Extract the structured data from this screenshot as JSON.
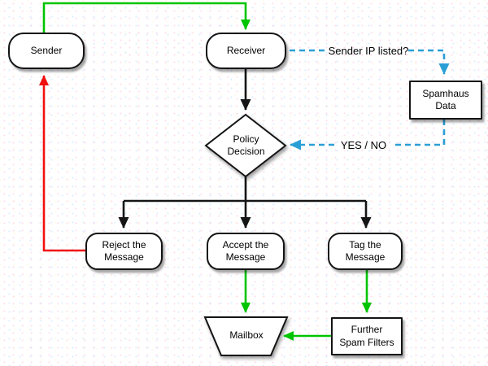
{
  "diagram": {
    "nodes": {
      "sender": {
        "label": "Sender"
      },
      "receiver": {
        "label": "Receiver"
      },
      "spamhaus": {
        "label": "Spamhaus\nData"
      },
      "policy": {
        "label": "Policy\nDecision"
      },
      "reject": {
        "label": "Reject the\nMessage"
      },
      "accept": {
        "label": "Accept the\nMessage"
      },
      "tag": {
        "label": "Tag the\nMessage"
      },
      "mailbox": {
        "label": "Mailbox"
      },
      "filters": {
        "label": "Further\nSpam Filters"
      }
    },
    "edge_labels": {
      "sender_ip": "Sender IP listed?",
      "yes_no": "YES / NO"
    },
    "colors": {
      "green": "#00c400",
      "red": "#f01010",
      "blue": "#2a9fd6",
      "black": "#151515"
    }
  }
}
